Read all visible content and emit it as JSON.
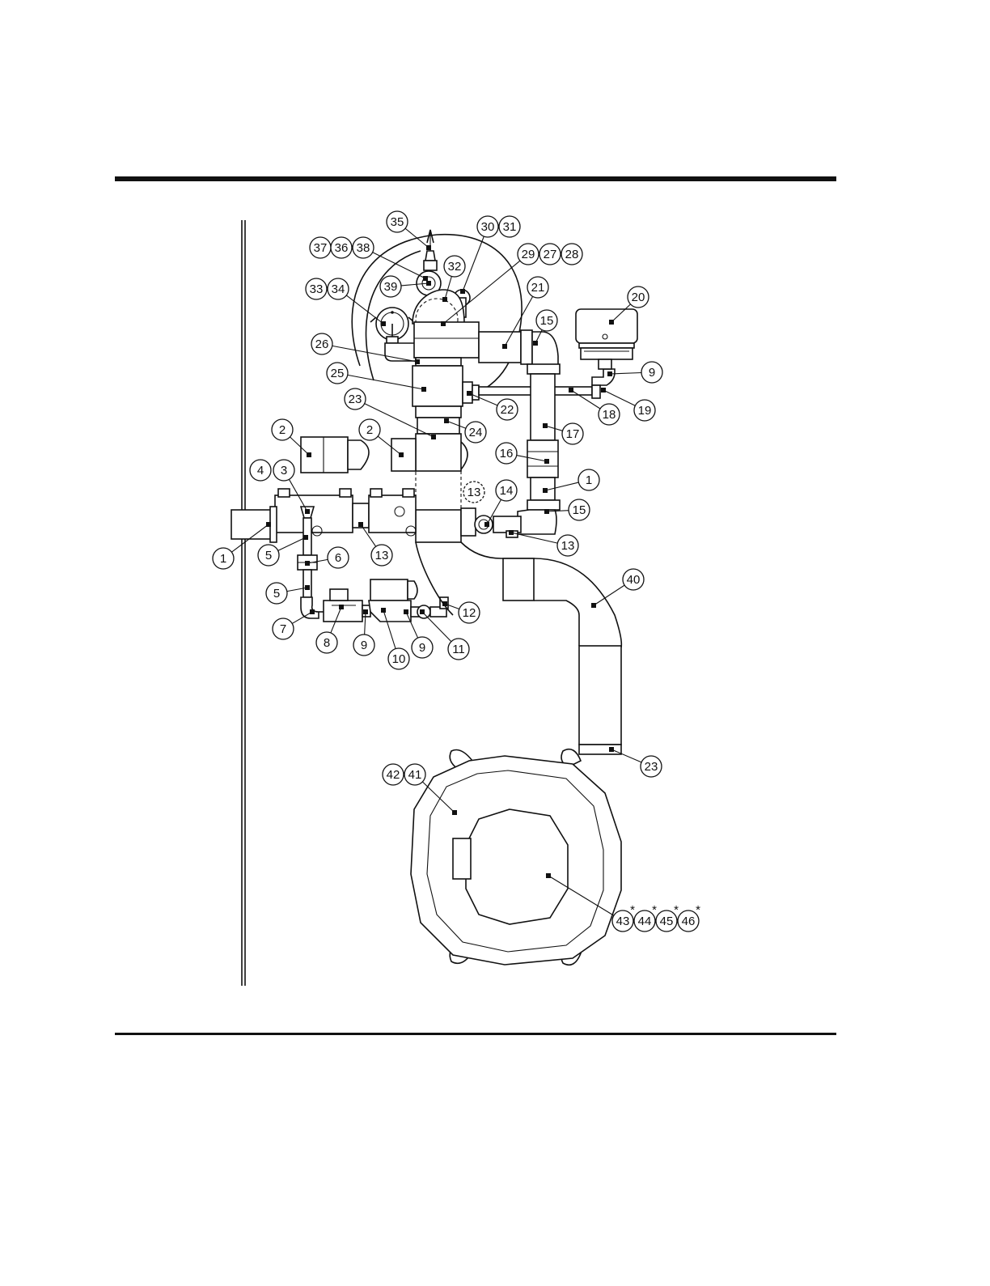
{
  "colors": {
    "ink": "#111111",
    "paper": "#ffffff"
  },
  "callouts": [
    {
      "id": "c35",
      "label": "35"
    },
    {
      "id": "c30",
      "label": "30"
    },
    {
      "id": "c31",
      "label": "31"
    },
    {
      "id": "c37",
      "label": "37"
    },
    {
      "id": "c36",
      "label": "36"
    },
    {
      "id": "c38",
      "label": "38"
    },
    {
      "id": "c32",
      "label": "32"
    },
    {
      "id": "c29",
      "label": "29"
    },
    {
      "id": "c27",
      "label": "27"
    },
    {
      "id": "c28",
      "label": "28"
    },
    {
      "id": "c39",
      "label": "39"
    },
    {
      "id": "c21",
      "label": "21"
    },
    {
      "id": "c33",
      "label": "33"
    },
    {
      "id": "c34",
      "label": "34"
    },
    {
      "id": "c20",
      "label": "20"
    },
    {
      "id": "c15a",
      "label": "15"
    },
    {
      "id": "c26",
      "label": "26"
    },
    {
      "id": "c9a",
      "label": "9"
    },
    {
      "id": "c25",
      "label": "25"
    },
    {
      "id": "c22",
      "label": "22"
    },
    {
      "id": "c18",
      "label": "18"
    },
    {
      "id": "c19",
      "label": "19"
    },
    {
      "id": "c23a",
      "label": "23"
    },
    {
      "id": "c24",
      "label": "24"
    },
    {
      "id": "c17",
      "label": "17"
    },
    {
      "id": "c2a",
      "label": "2"
    },
    {
      "id": "c2b",
      "label": "2"
    },
    {
      "id": "c16",
      "label": "16"
    },
    {
      "id": "c4",
      "label": "4"
    },
    {
      "id": "c3",
      "label": "3"
    },
    {
      "id": "c1a",
      "label": "1"
    },
    {
      "id": "c13a",
      "label": "13"
    },
    {
      "id": "c14",
      "label": "14"
    },
    {
      "id": "c15b",
      "label": "15"
    },
    {
      "id": "c1b",
      "label": "1"
    },
    {
      "id": "c5a",
      "label": "5"
    },
    {
      "id": "c6",
      "label": "6"
    },
    {
      "id": "c13b",
      "label": "13"
    },
    {
      "id": "c13c",
      "label": "13"
    },
    {
      "id": "c40",
      "label": "40"
    },
    {
      "id": "c5b",
      "label": "5"
    },
    {
      "id": "c12",
      "label": "12"
    },
    {
      "id": "c7",
      "label": "7"
    },
    {
      "id": "c8",
      "label": "8"
    },
    {
      "id": "c9b",
      "label": "9"
    },
    {
      "id": "c9c",
      "label": "9"
    },
    {
      "id": "c11",
      "label": "11"
    },
    {
      "id": "c10",
      "label": "10"
    },
    {
      "id": "c23b",
      "label": "23"
    },
    {
      "id": "c42",
      "label": "42"
    },
    {
      "id": "c41",
      "label": "41"
    },
    {
      "id": "c43",
      "label": "43"
    },
    {
      "id": "c44",
      "label": "44"
    },
    {
      "id": "c45",
      "label": "45"
    },
    {
      "id": "c46",
      "label": "46"
    }
  ],
  "asterisk": "*"
}
